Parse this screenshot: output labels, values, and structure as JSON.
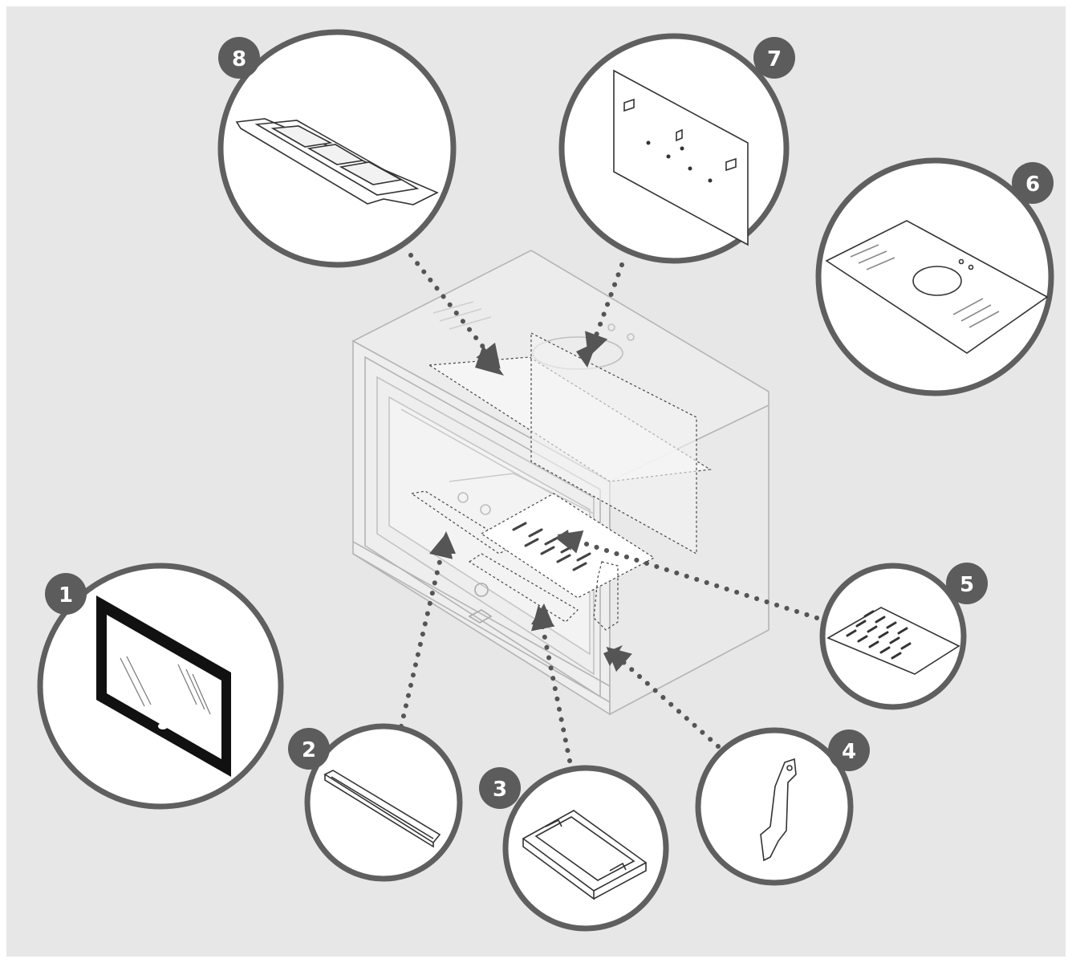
{
  "diagram": {
    "colors": {
      "background": "#e7e7e7",
      "frame": "#ffffff",
      "circle_stroke": "#5f5f5f",
      "circle_fill": "#ffffff",
      "badge": "#5c5c5c",
      "badge_text": "#ffffff",
      "dots": "#555555",
      "line": "#3a3a3a",
      "stove_line": "#b5b5b5"
    },
    "parts": [
      {
        "number": "1",
        "name": "door-glass"
      },
      {
        "number": "2",
        "name": "front-log-bar"
      },
      {
        "number": "3",
        "name": "ash-pan"
      },
      {
        "number": "4",
        "name": "side-bracket"
      },
      {
        "number": "5",
        "name": "grate-plate"
      },
      {
        "number": "6",
        "name": "top-plate"
      },
      {
        "number": "7",
        "name": "back-plate"
      },
      {
        "number": "8",
        "name": "baffle-plate"
      }
    ]
  }
}
